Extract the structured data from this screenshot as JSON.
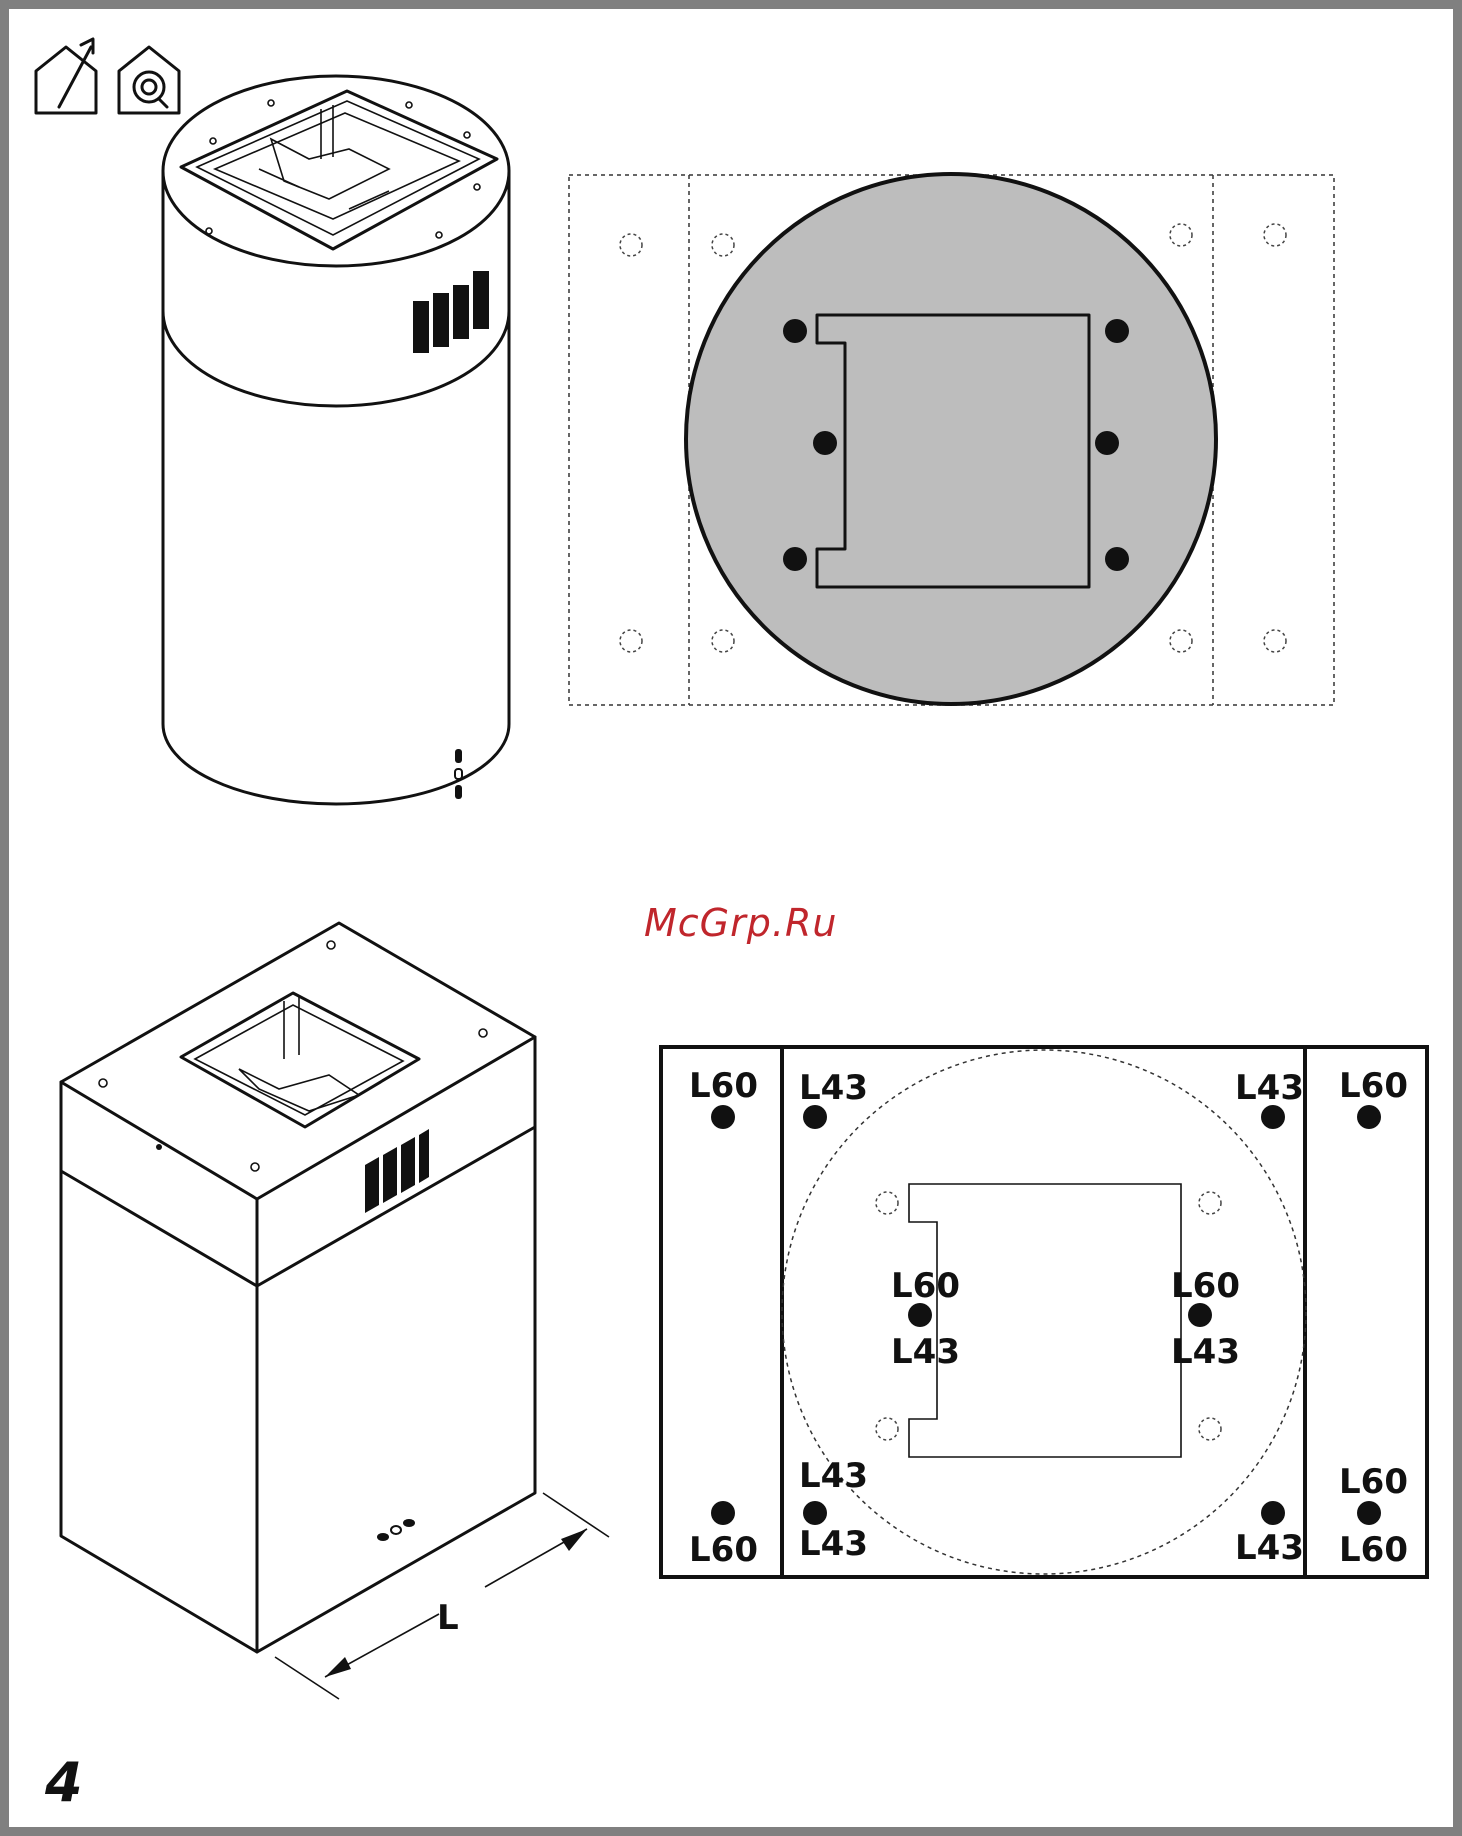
{
  "page": {
    "number": "4",
    "watermark": "McGrp.Ru"
  },
  "icons": [
    {
      "name": "ducted-extraction-house-icon"
    },
    {
      "name": "recirculation-house-icon"
    }
  ],
  "dimension": {
    "label": "L"
  },
  "hole_plan": {
    "corner_labels": [
      "L60",
      "L43",
      "L43",
      "L60"
    ],
    "bottom_upper_labels": [
      "L43",
      "L60"
    ],
    "bottom_lower_labels": [
      "L60",
      "L43",
      "L43",
      "L60"
    ],
    "inner_upper_labels": [
      "L60",
      "L60"
    ],
    "inner_lower_labels": [
      "L43",
      "L43"
    ]
  },
  "colors": {
    "watermark": "#c0262c",
    "template_fill": "#bdbdbd",
    "border": "#808080"
  }
}
